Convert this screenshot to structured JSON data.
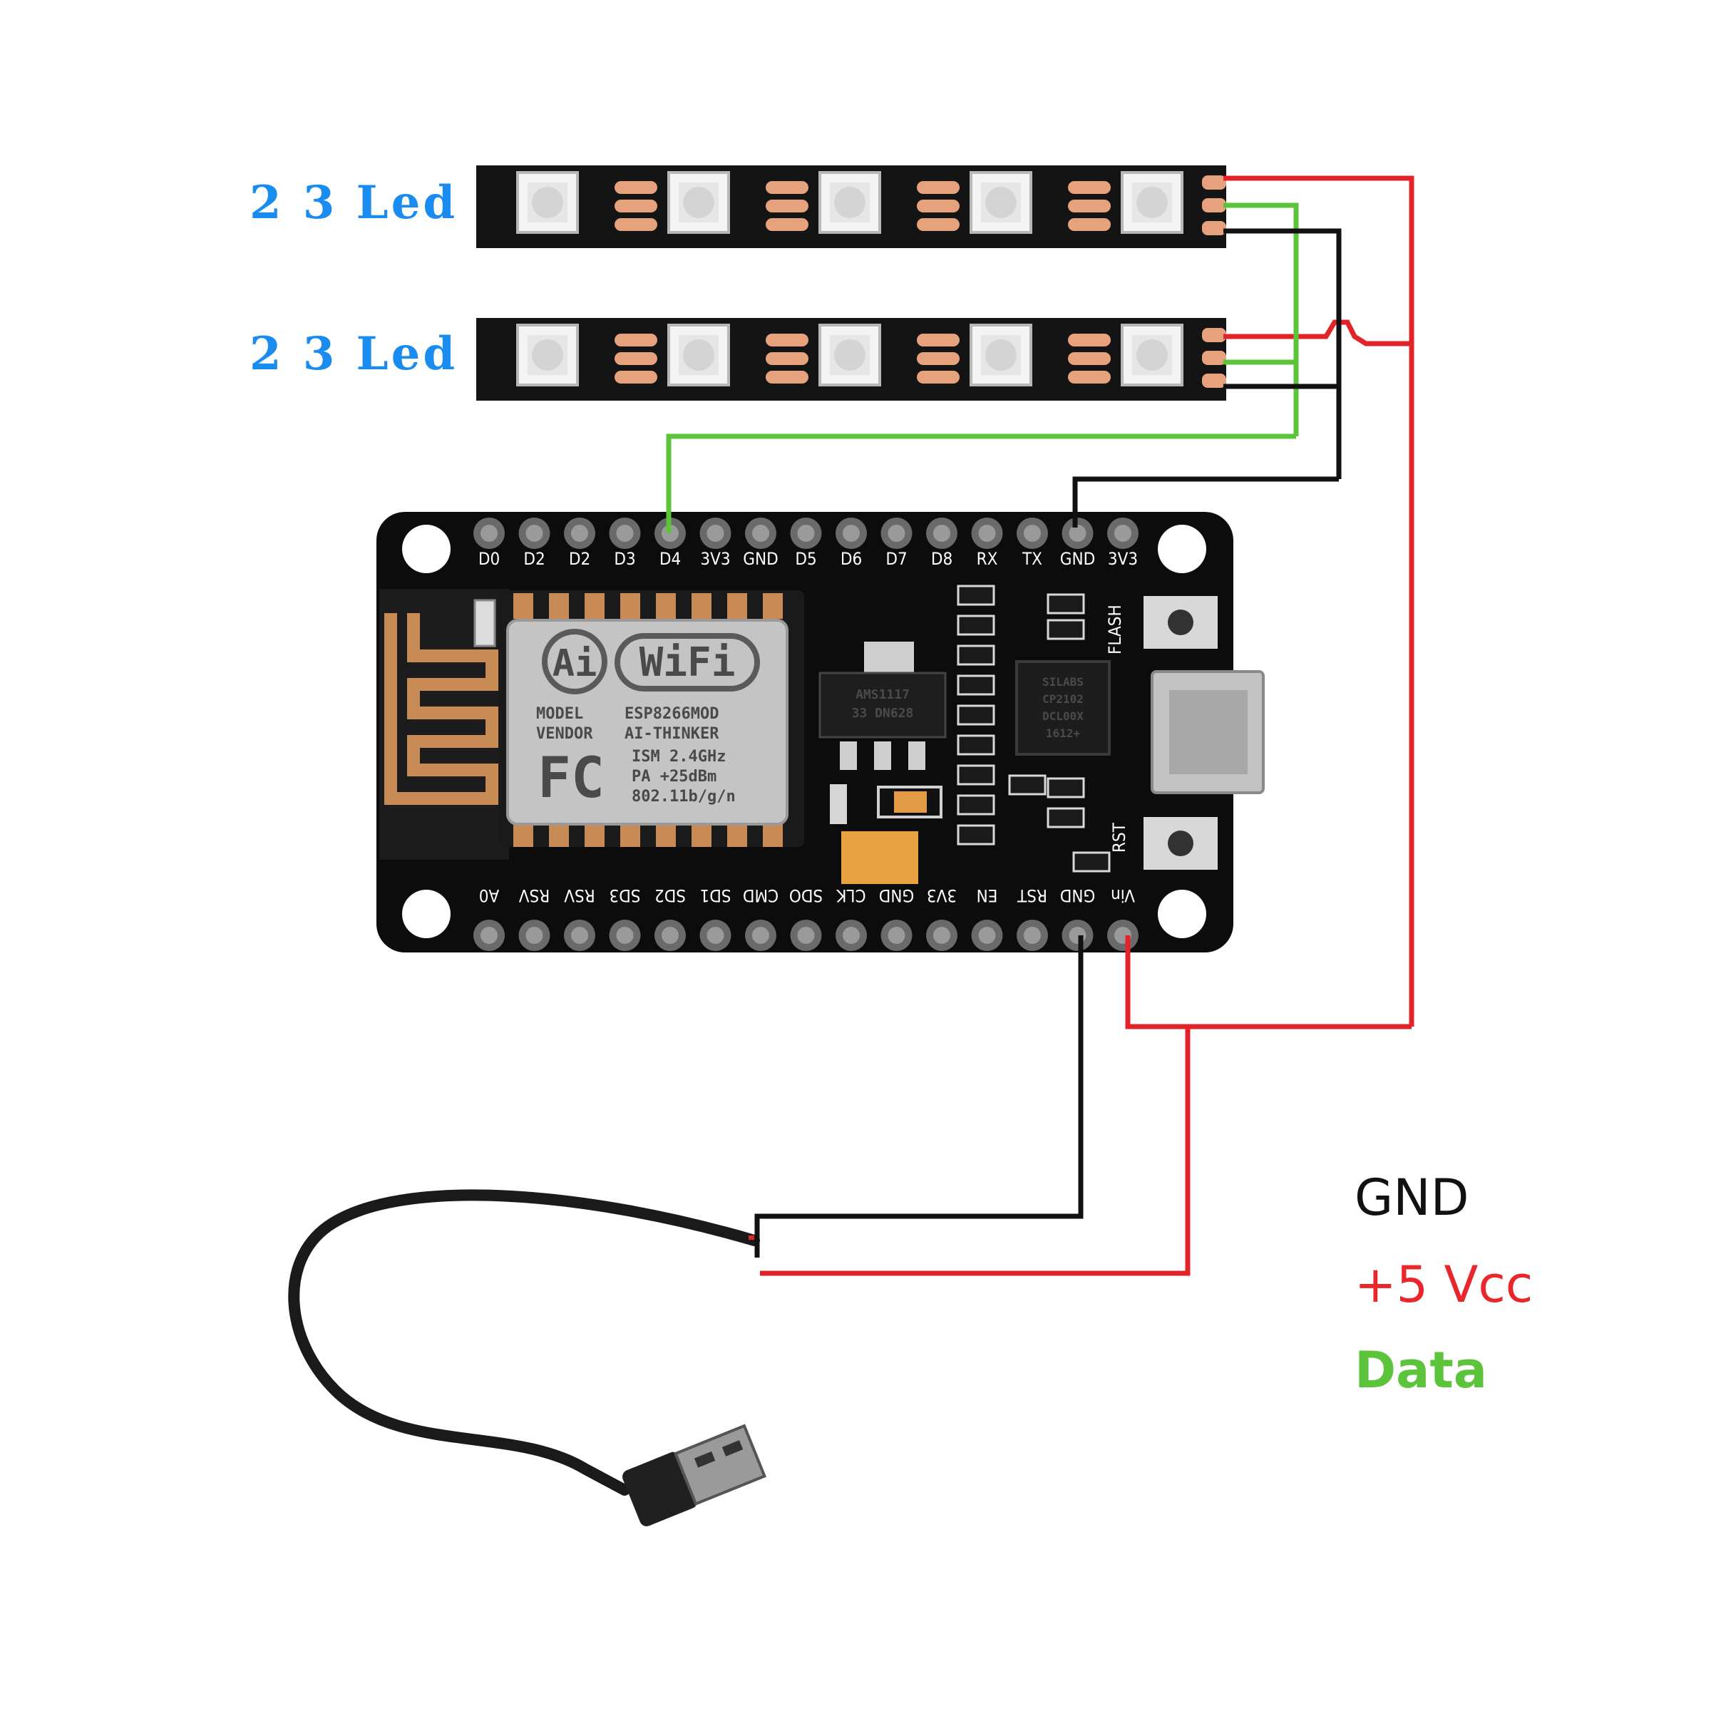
{
  "strips": [
    {
      "label": "2 3 Led"
    },
    {
      "label": "2 3 Led"
    }
  ],
  "board": {
    "top_pins": [
      "D0",
      "D2",
      "D2",
      "D3",
      "D4",
      "3V3",
      "GND",
      "D5",
      "D6",
      "D7",
      "D8",
      "RX",
      "TX",
      "GND",
      "3V3"
    ],
    "bottom_pins": [
      "A0",
      "RSV",
      "RSV",
      "SD3",
      "SD2",
      "SD1",
      "CMD",
      "SDO",
      "CLK",
      "GND",
      "3V3",
      "EN",
      "RST",
      "GND",
      "Vin"
    ],
    "flash_label": "FLASH",
    "rst_label": "RST",
    "module": {
      "ai": "Ai",
      "wifi": "WiFi",
      "model_label": "MODEL",
      "model_value": "ESP8266MOD",
      "vendor_label": "VENDOR",
      "vendor_value": "AI-THINKER",
      "fc": "FC",
      "ism": "ISM 2.4GHz",
      "pa": "PA   +25dBm",
      "std": "802.11b/g/n"
    },
    "regulator": [
      "AMS1117",
      "33  DN628"
    ],
    "usb_chip": [
      "SILABS",
      "CP2102",
      "DCL00X",
      "1612+"
    ]
  },
  "legend": [
    {
      "text": "GND",
      "color": "#111111"
    },
    {
      "text": "+5 Vcc",
      "color": "#e8262b"
    },
    {
      "text": "Data",
      "color": "#5cc43a"
    }
  ],
  "colors": {
    "vcc_wire": "#e2232a",
    "gnd_wire": "#111111",
    "data_wire": "#5cc43a",
    "pcb": "#0c0c0c",
    "strip": "#141414",
    "pad": "#e6a27c"
  }
}
